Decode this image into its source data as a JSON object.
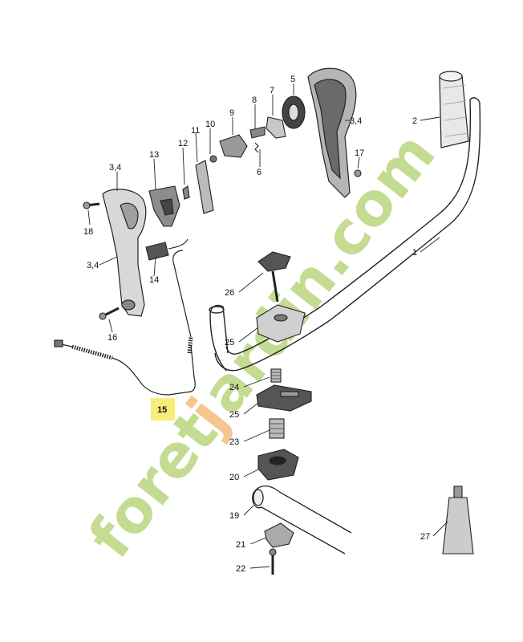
{
  "diagram": {
    "labels": {
      "l1": "1",
      "l2": "2",
      "l3a": "3,4",
      "l3b": "3,4",
      "l3c": "3,4",
      "l5": "5",
      "l6": "6",
      "l7": "7",
      "l8": "8",
      "l9": "9",
      "l10": "10",
      "l11": "11",
      "l12": "12",
      "l13": "13",
      "l14": "14",
      "l15": "15",
      "l16": "16",
      "l17": "17",
      "l18": "18",
      "l19": "19",
      "l20": "20",
      "l21": "21",
      "l22": "22",
      "l23": "23",
      "l24": "24",
      "l25a": "25",
      "l25b": "25",
      "l26": "26",
      "l27": "27"
    },
    "highlight_color": "#f7ee7a",
    "watermark": {
      "text": "foretjardin.com",
      "colors": {
        "green": "#b9d67e",
        "orange": "#f5bd7e"
      }
    }
  }
}
